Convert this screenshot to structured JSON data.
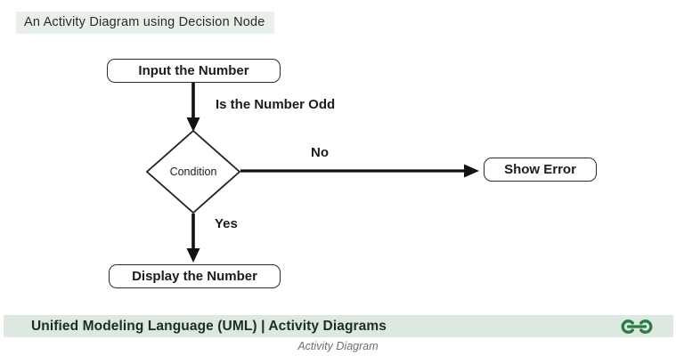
{
  "title": "An Activity Diagram using Decision Node",
  "diagram": {
    "nodes": {
      "input": {
        "label": "Input the Number"
      },
      "condition": {
        "label": "Condition"
      },
      "show_error": {
        "label": "Show Error"
      },
      "display": {
        "label": "Display the Number"
      }
    },
    "labels": {
      "question": "Is the Number Odd",
      "no": "No",
      "yes": "Yes"
    }
  },
  "footer": {
    "title": "Unified Modeling Language (UML) | Activity Diagrams",
    "logo_icon": "geeksforgeeks-logo",
    "brand_green": "#2b7d46",
    "bar_background": "#dde8e0"
  },
  "caption": "Activity Diagram"
}
